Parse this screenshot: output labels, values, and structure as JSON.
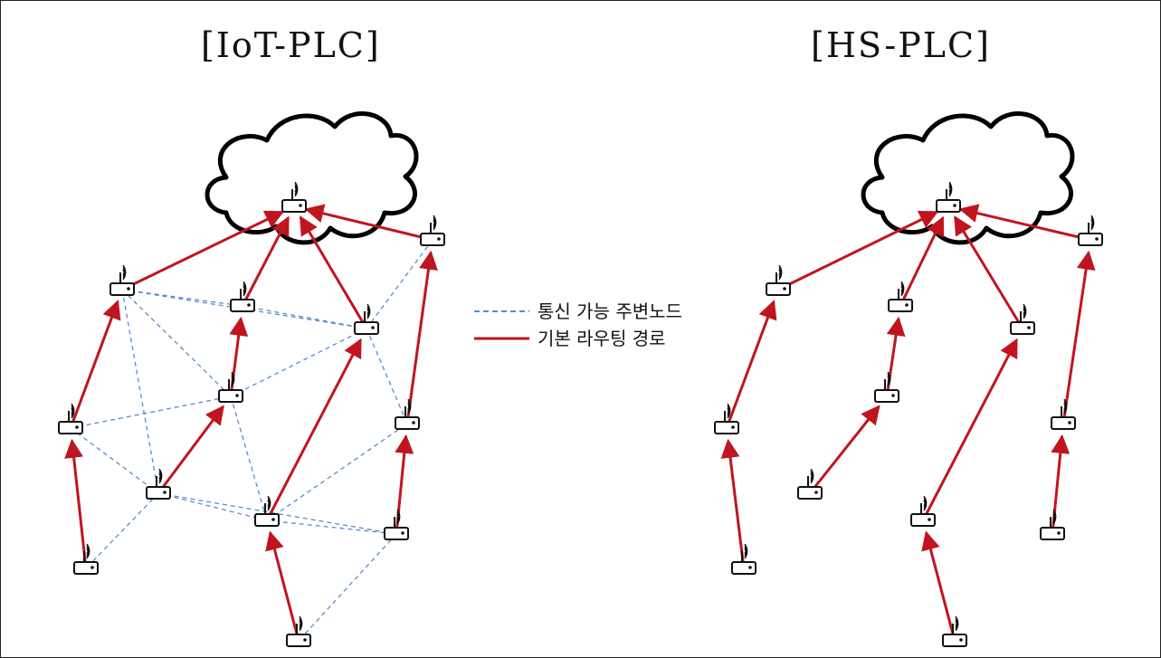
{
  "diagrams": {
    "left": {
      "title": "[IoT-PLC]"
    },
    "right": {
      "title": "[HS-PLC]"
    }
  },
  "legend": {
    "items": [
      {
        "label": "통신 가능 주변노드",
        "style": "dashed",
        "color": "#5b8cc8"
      },
      {
        "label": "기본 라우팅 경로",
        "style": "solid",
        "color": "#c0151f"
      }
    ]
  },
  "colors": {
    "route": "#c0151f",
    "neighbor": "#5b8cc8",
    "cloud": "#000000",
    "node": "#111111"
  },
  "icons": {
    "node": "wireless-router-icon",
    "network": "cloud-icon"
  }
}
